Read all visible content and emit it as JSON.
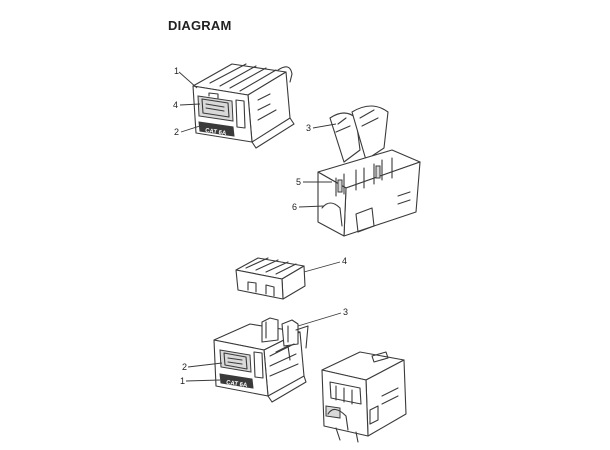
{
  "title": "DIAGRAM",
  "callouts": {
    "top_left": [
      "1",
      "4",
      "2"
    ],
    "top_right": [
      "3",
      "5",
      "6"
    ],
    "middle": [
      "4"
    ],
    "bottom_left": [
      "3",
      "2",
      "1"
    ]
  },
  "jack_marking": "CAT 6A"
}
